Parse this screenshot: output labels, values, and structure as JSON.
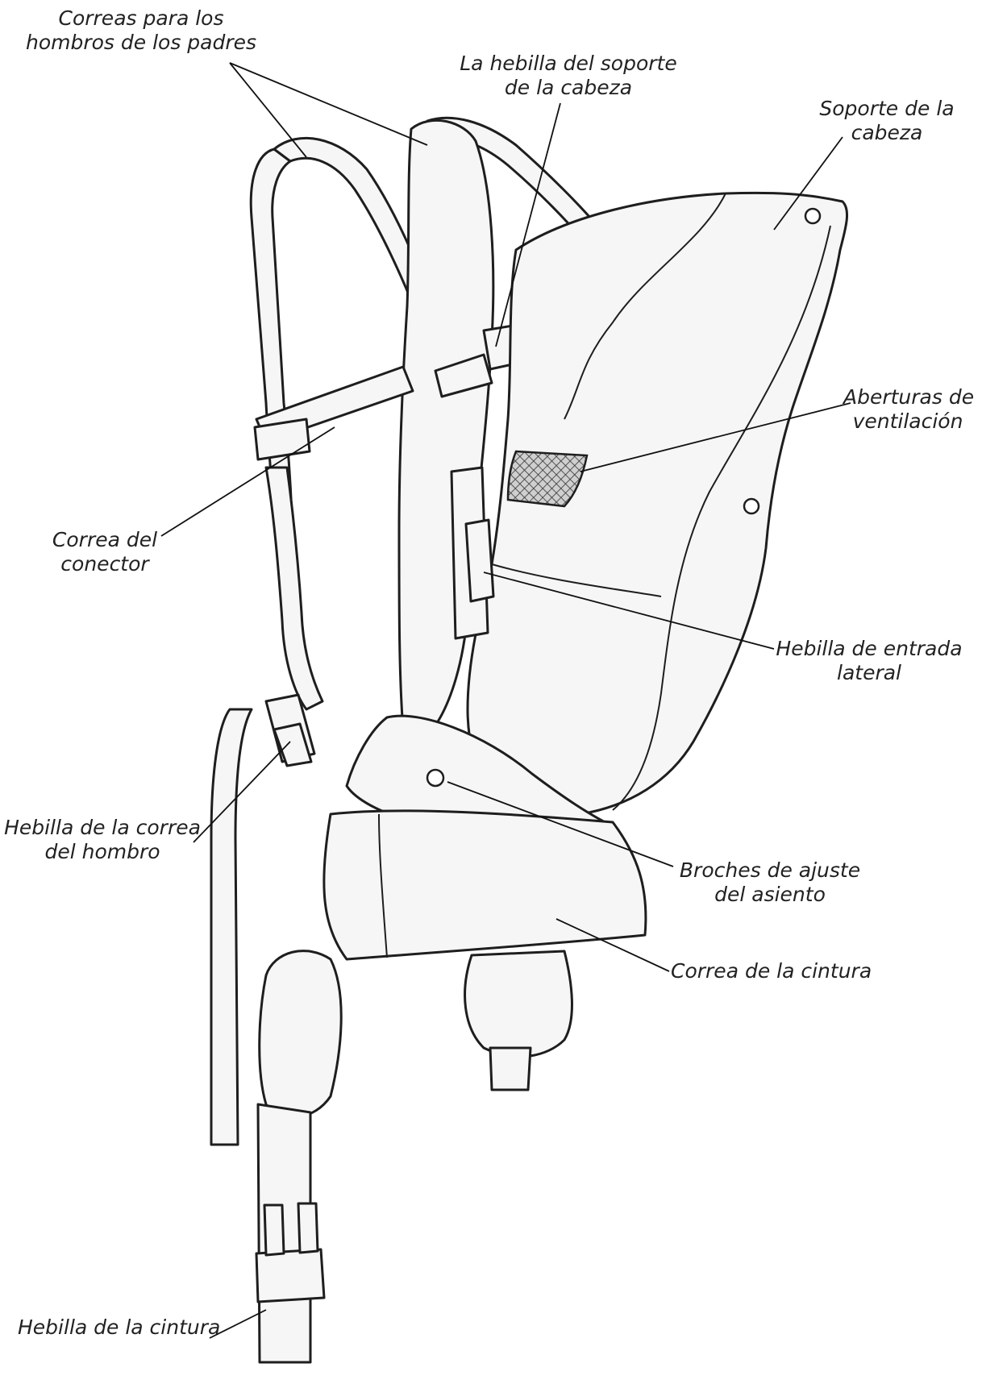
{
  "labels": {
    "parent_shoulder_straps": [
      "Correas para los",
      "hombros de los padres"
    ],
    "head_support_buckle": [
      "La hebilla del soporte",
      "de la cabeza"
    ],
    "head_support": [
      "Soporte de la",
      "cabeza"
    ],
    "ventilation_openings": [
      "Aberturas de",
      "ventilación"
    ],
    "connector_strap": [
      "Correa del",
      "conector"
    ],
    "side_entry_buckle": [
      "Hebilla de entrada",
      "lateral"
    ],
    "shoulder_strap_buckle": [
      "Hebilla de la correa",
      "del hombro"
    ],
    "seat_adjust_snaps": [
      "Broches de ajuste",
      "del asiento"
    ],
    "waist_strap": [
      "Correa de la cintura"
    ],
    "waist_buckle": [
      "Hebilla de la cintura"
    ]
  }
}
